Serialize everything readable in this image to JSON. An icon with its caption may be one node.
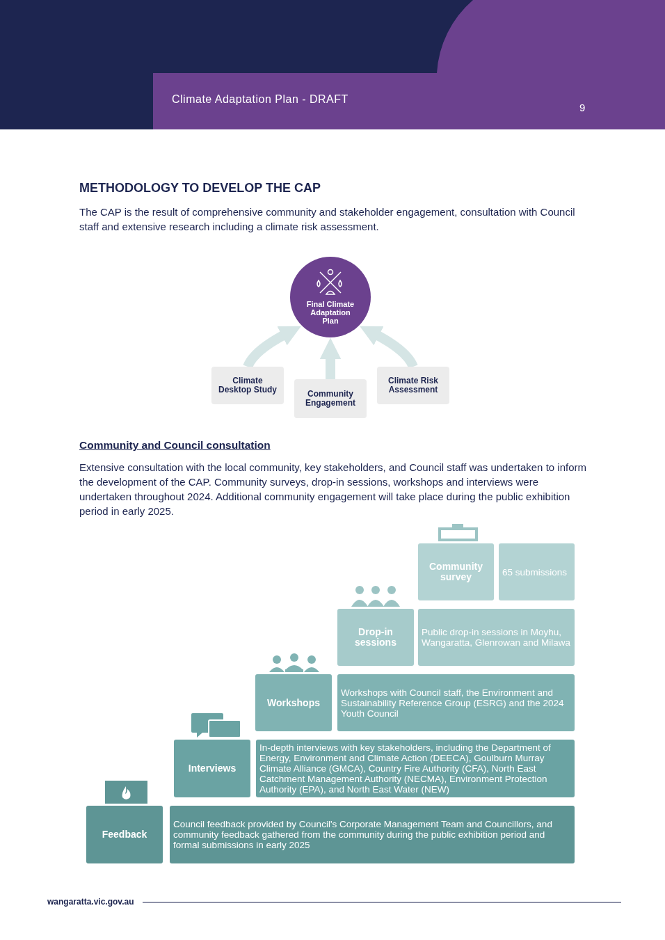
{
  "diagram": {
    "title": "METHODOLOGY TO DEVELOP THE CAP",
    "nodes": [
      {
        "text": [
          "Final Climate Adaptation Plan"
        ]
      },
      {
        "text": [
          "Climate Desktop Study"
        ]
      },
      {
        "text": [
          "Community Engagement"
        ]
      },
      {
        "text": [
          "Climate Risk Assessment"
        ]
      },
      {
        "text": [
          "Community survey"
        ]
      },
      {
        "text": [
          "65 submissions"
        ]
      },
      {
        "text": [
          "Drop-in sessions"
        ]
      },
      {
        "text": [
          "Public drop-in sessions in Moyhu, Wangaratta, Glenrowan and Milawa"
        ]
      },
      {
        "text": [
          "Workshops"
        ]
      },
      {
        "text": [
          "Workshops with Council staff, the Environment and Sustainability Reference Group (ESRG) and the 2024 Youth Council"
        ]
      },
      {
        "text": [
          "Interviews"
        ]
      },
      {
        "text": [
          "In-depth interviews with key stakeholders, including the Department of Energy, Environment and Climate Action (DEECA), Goulburn Murray Climate Alliance (GMCA), Country Fire Authority (CFA), North East Catchment Management Authority (NECMA), Environment Protection Authority (EPA), and North East Water (NEW)"
        ]
      },
      {
        "text": [
          "Feedback"
        ]
      },
      {
        "text": [
          "Council feedback provided by Council's Corporate Management Team and Councillors, and community feedback gathered from the community during the public exhibition period and formal submissions in early 2025"
        ]
      }
    ],
    "edges": [
      {
        "from": 1,
        "to": 0,
        "arrow": "to"
      },
      {
        "from": 2,
        "to": 0,
        "arrow": "to"
      },
      {
        "from": 3,
        "to": 0,
        "arrow": "to"
      }
    ],
    "labels": [
      "Climate Adaptation Plan - DRAFT",
      "9",
      "The CAP is the result of comprehensive community and stakeholder engagement, consultation with Council staff and extensive research including a climate risk assessment.",
      "Community and Council consultation",
      "Extensive consultation with the local community, key stakeholders, and Council staff was undertaken to inform the development of the CAP. Community surveys, drop-in sessions, workshops and interviews were undertaken throughout 2024. Additional community engagement will take place during the public exhibition period in early 2025.",
      "wangaratta.vic.gov.au"
    ]
  }
}
